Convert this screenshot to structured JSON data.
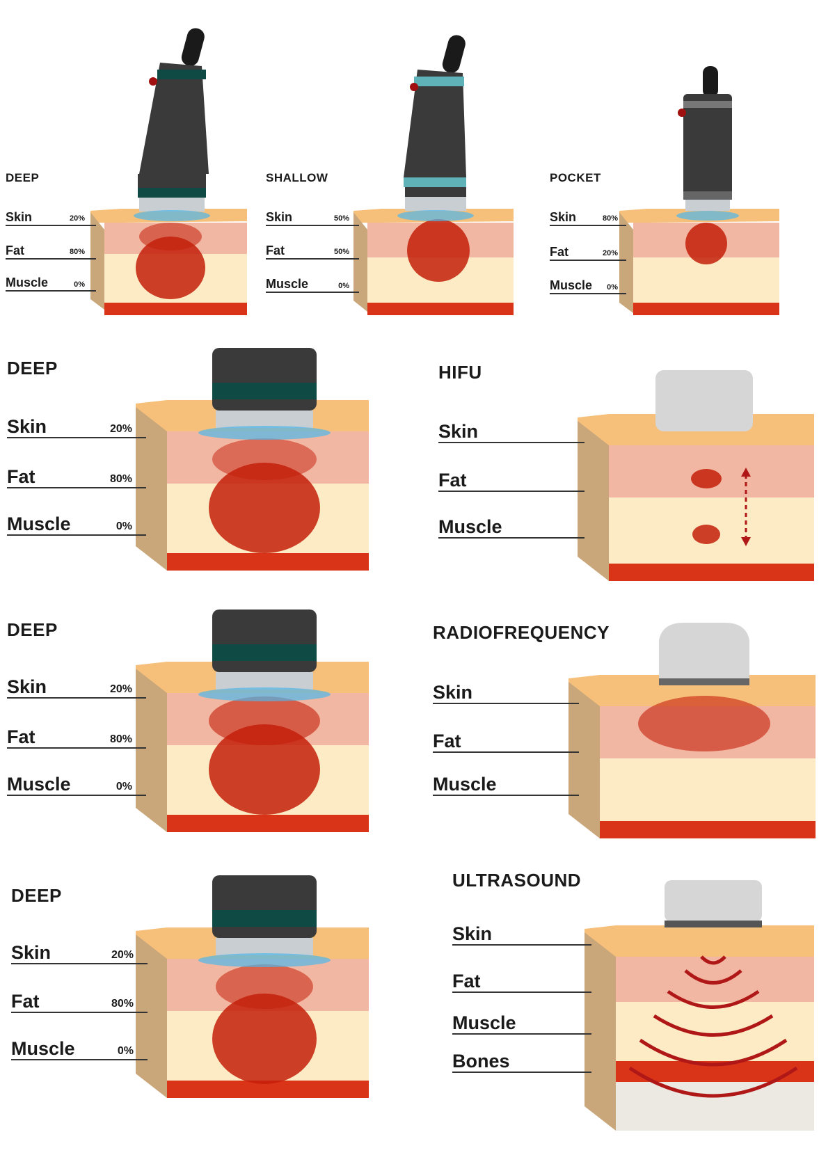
{
  "colors": {
    "skin_top": "#f7c07a",
    "skin_layer": "#f2b7a2",
    "fat": "#fcebc4",
    "fat_lines": "#f5d98a",
    "muscle": "#d93318",
    "heat": "#c4200b",
    "handle": "#3a3a3a",
    "band_deep": "#0f4a44",
    "band_shallow": "#5fb3b8",
    "band_pocket": "#666666",
    "glow": "#4fb6ea",
    "probe": "#d6d6d6",
    "bones": "#ece8e2"
  },
  "panels": [
    {
      "id": "deep-small",
      "title": "DEEP",
      "type": "handpiece",
      "band": "deep",
      "labels": [
        {
          "name": "Skin",
          "pct": "20%"
        },
        {
          "name": "Fat",
          "pct": "80%"
        },
        {
          "name": "Muscle",
          "pct": "0%"
        }
      ]
    },
    {
      "id": "shallow-small",
      "title": "SHALLOW",
      "type": "handpiece",
      "band": "shallow",
      "labels": [
        {
          "name": "Skin",
          "pct": "50%"
        },
        {
          "name": "Fat",
          "pct": "50%"
        },
        {
          "name": "Muscle",
          "pct": "0%"
        }
      ]
    },
    {
      "id": "pocket-small",
      "title": "POCKET",
      "type": "handpiece",
      "band": "pocket",
      "labels": [
        {
          "name": "Skin",
          "pct": "80%"
        },
        {
          "name": "Fat",
          "pct": "20%"
        },
        {
          "name": "Muscle",
          "pct": "0%"
        }
      ]
    },
    {
      "id": "deep-row2",
      "title": "DEEP",
      "type": "handpiece",
      "band": "deep",
      "labels": [
        {
          "name": "Skin",
          "pct": "20%"
        },
        {
          "name": "Fat",
          "pct": "80%"
        },
        {
          "name": "Muscle",
          "pct": "0%"
        }
      ]
    },
    {
      "id": "hifu",
      "title": "HIFU",
      "type": "hifu",
      "labels": [
        {
          "name": "Skin",
          "pct": ""
        },
        {
          "name": "Fat",
          "pct": ""
        },
        {
          "name": "Muscle",
          "pct": ""
        }
      ]
    },
    {
      "id": "deep-row3",
      "title": "DEEP",
      "type": "handpiece",
      "band": "deep",
      "labels": [
        {
          "name": "Skin",
          "pct": "20%"
        },
        {
          "name": "Fat",
          "pct": "80%"
        },
        {
          "name": "Muscle",
          "pct": "0%"
        }
      ]
    },
    {
      "id": "radiofrequency",
      "title": "RADIOFREQUENCY",
      "type": "rf",
      "labels": [
        {
          "name": "Skin",
          "pct": ""
        },
        {
          "name": "Fat",
          "pct": ""
        },
        {
          "name": "Muscle",
          "pct": ""
        }
      ]
    },
    {
      "id": "deep-row4",
      "title": "DEEP",
      "type": "handpiece",
      "band": "deep",
      "labels": [
        {
          "name": "Skin",
          "pct": "20%"
        },
        {
          "name": "Fat",
          "pct": "80%"
        },
        {
          "name": "Muscle",
          "pct": "0%"
        }
      ]
    },
    {
      "id": "ultrasound",
      "title": "ULTRASOUND",
      "type": "ultrasound",
      "labels": [
        {
          "name": "Skin",
          "pct": ""
        },
        {
          "name": "Fat",
          "pct": ""
        },
        {
          "name": "Muscle",
          "pct": ""
        },
        {
          "name": "Bones",
          "pct": ""
        }
      ]
    }
  ]
}
